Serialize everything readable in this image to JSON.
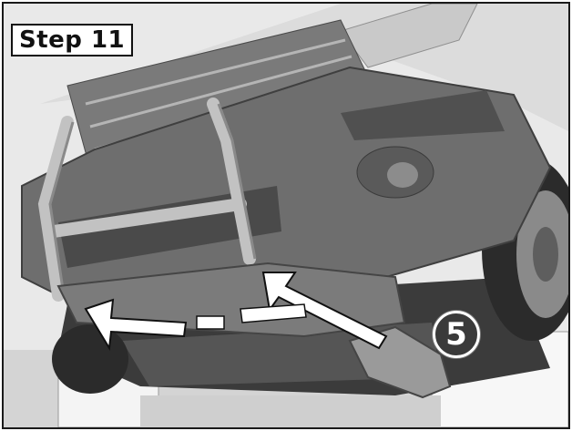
{
  "step": {
    "label": "Step 11"
  },
  "callout": {
    "number": "5"
  },
  "illustration": {
    "subject": "vehicle-front-underside",
    "part": "underbody-skid-plate"
  },
  "colors": {
    "arrow_fill": "#ffffff",
    "arrow_stroke": "#111111",
    "callout_fill": "#3a3a3a",
    "bumper": "#6e6e6e",
    "frame_border": "#1a1a1a"
  }
}
